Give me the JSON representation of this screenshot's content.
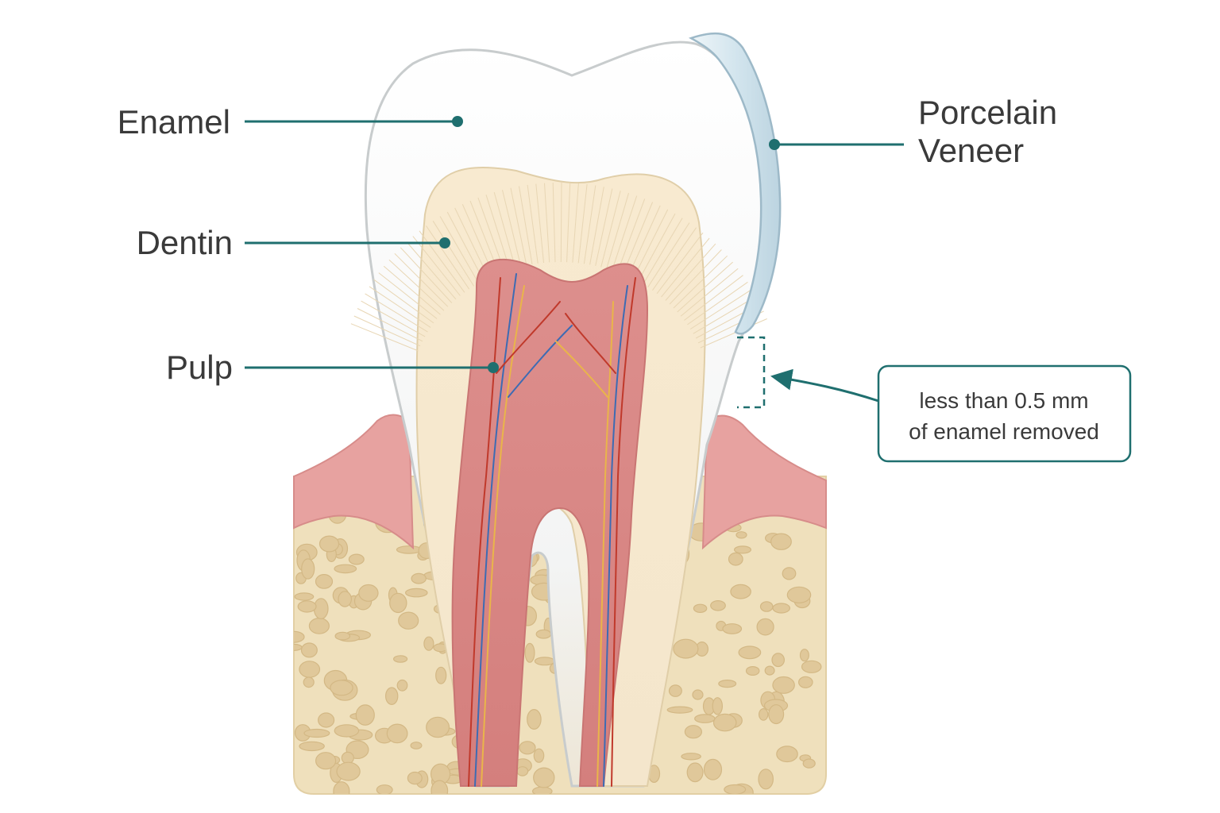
{
  "labels": {
    "enamel": "Enamel",
    "dentin": "Dentin",
    "pulp": "Pulp",
    "veneer_line1": "Porcelain",
    "veneer_line2": "Veneer"
  },
  "callout": {
    "line1": "less than 0.5 mm",
    "line2": "of enamel removed"
  },
  "colors": {
    "leader": "#1f6f6f",
    "text": "#3a3a3a",
    "enamel": "#f7f8f8",
    "dentin": "#f6e9cf",
    "pulp": "#d98c8a",
    "gum": "#e7a2a0",
    "bone": "#efe0bc",
    "veneer": "#d6e6ee"
  }
}
